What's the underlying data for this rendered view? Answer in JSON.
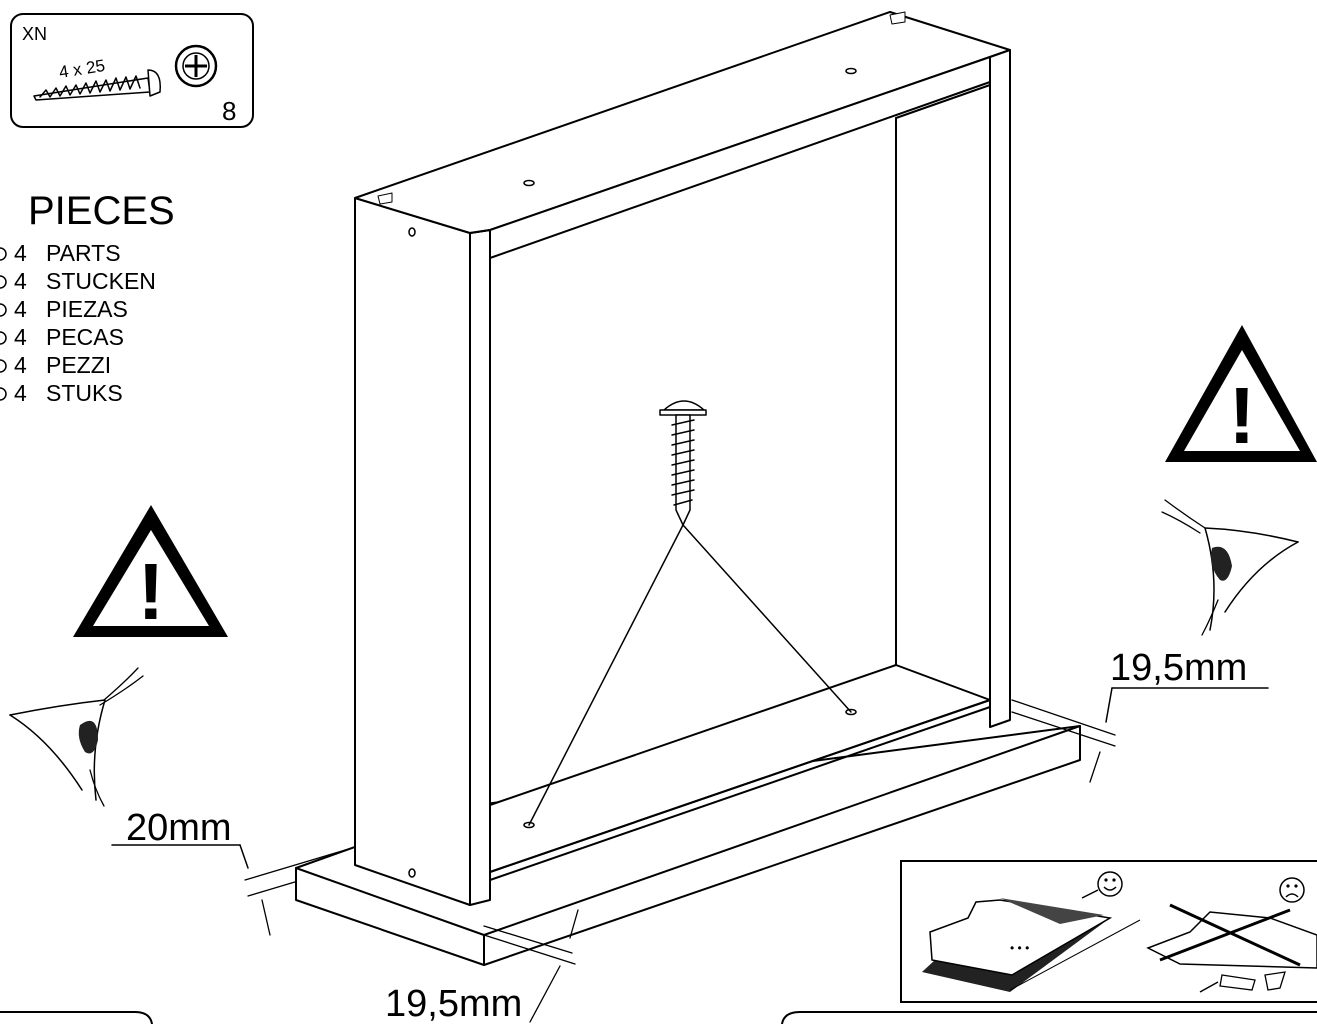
{
  "screw_box": {
    "code": "XN",
    "size": "4 x 25",
    "quantity": "8"
  },
  "pieces": {
    "title": "PIECES",
    "lines": [
      {
        "qty": "4",
        "word": "PARTS"
      },
      {
        "qty": "4",
        "word": "STUCKEN"
      },
      {
        "qty": "4",
        "word": "PIEZAS"
      },
      {
        "qty": "4",
        "word": "PECAS"
      },
      {
        "qty": "4",
        "word": "PEZZI"
      },
      {
        "qty": "4",
        "word": "STUKS"
      }
    ]
  },
  "dimensions": {
    "left_offset": "20mm",
    "bottom_offset": "19,5mm",
    "right_offset": "19,5mm"
  },
  "warnings": {
    "left_symbol": "!",
    "right_symbol": "!"
  },
  "icons": [
    "phillips-screwdriver-icon",
    "warning-triangle-icon",
    "eye-icon",
    "happy-face-icon",
    "sad-face-icon"
  ]
}
